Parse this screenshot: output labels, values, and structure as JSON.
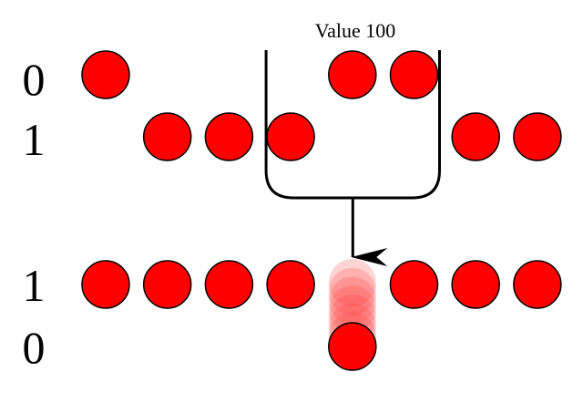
{
  "caption": "Value 100",
  "rows": {
    "top": {
      "upper_label": "0",
      "lower_label": "1",
      "upper_ball_columns": [
        0,
        4,
        5
      ],
      "lower_ball_columns": [
        1,
        2,
        3,
        6,
        7
      ]
    },
    "bottom": {
      "upper_label": "1",
      "lower_label": "0",
      "upper_ball_columns": [
        0,
        1,
        2,
        3,
        5,
        6,
        7
      ],
      "lower_ball_columns": [
        4
      ],
      "falling_ball_column": 4
    }
  },
  "selection_bracket": {
    "column_start": 3,
    "column_end": 5
  },
  "colors": {
    "ball_fill": "#ff0000",
    "ball_stroke": "#000000",
    "ghost_fill": "#ff2a2a"
  }
}
